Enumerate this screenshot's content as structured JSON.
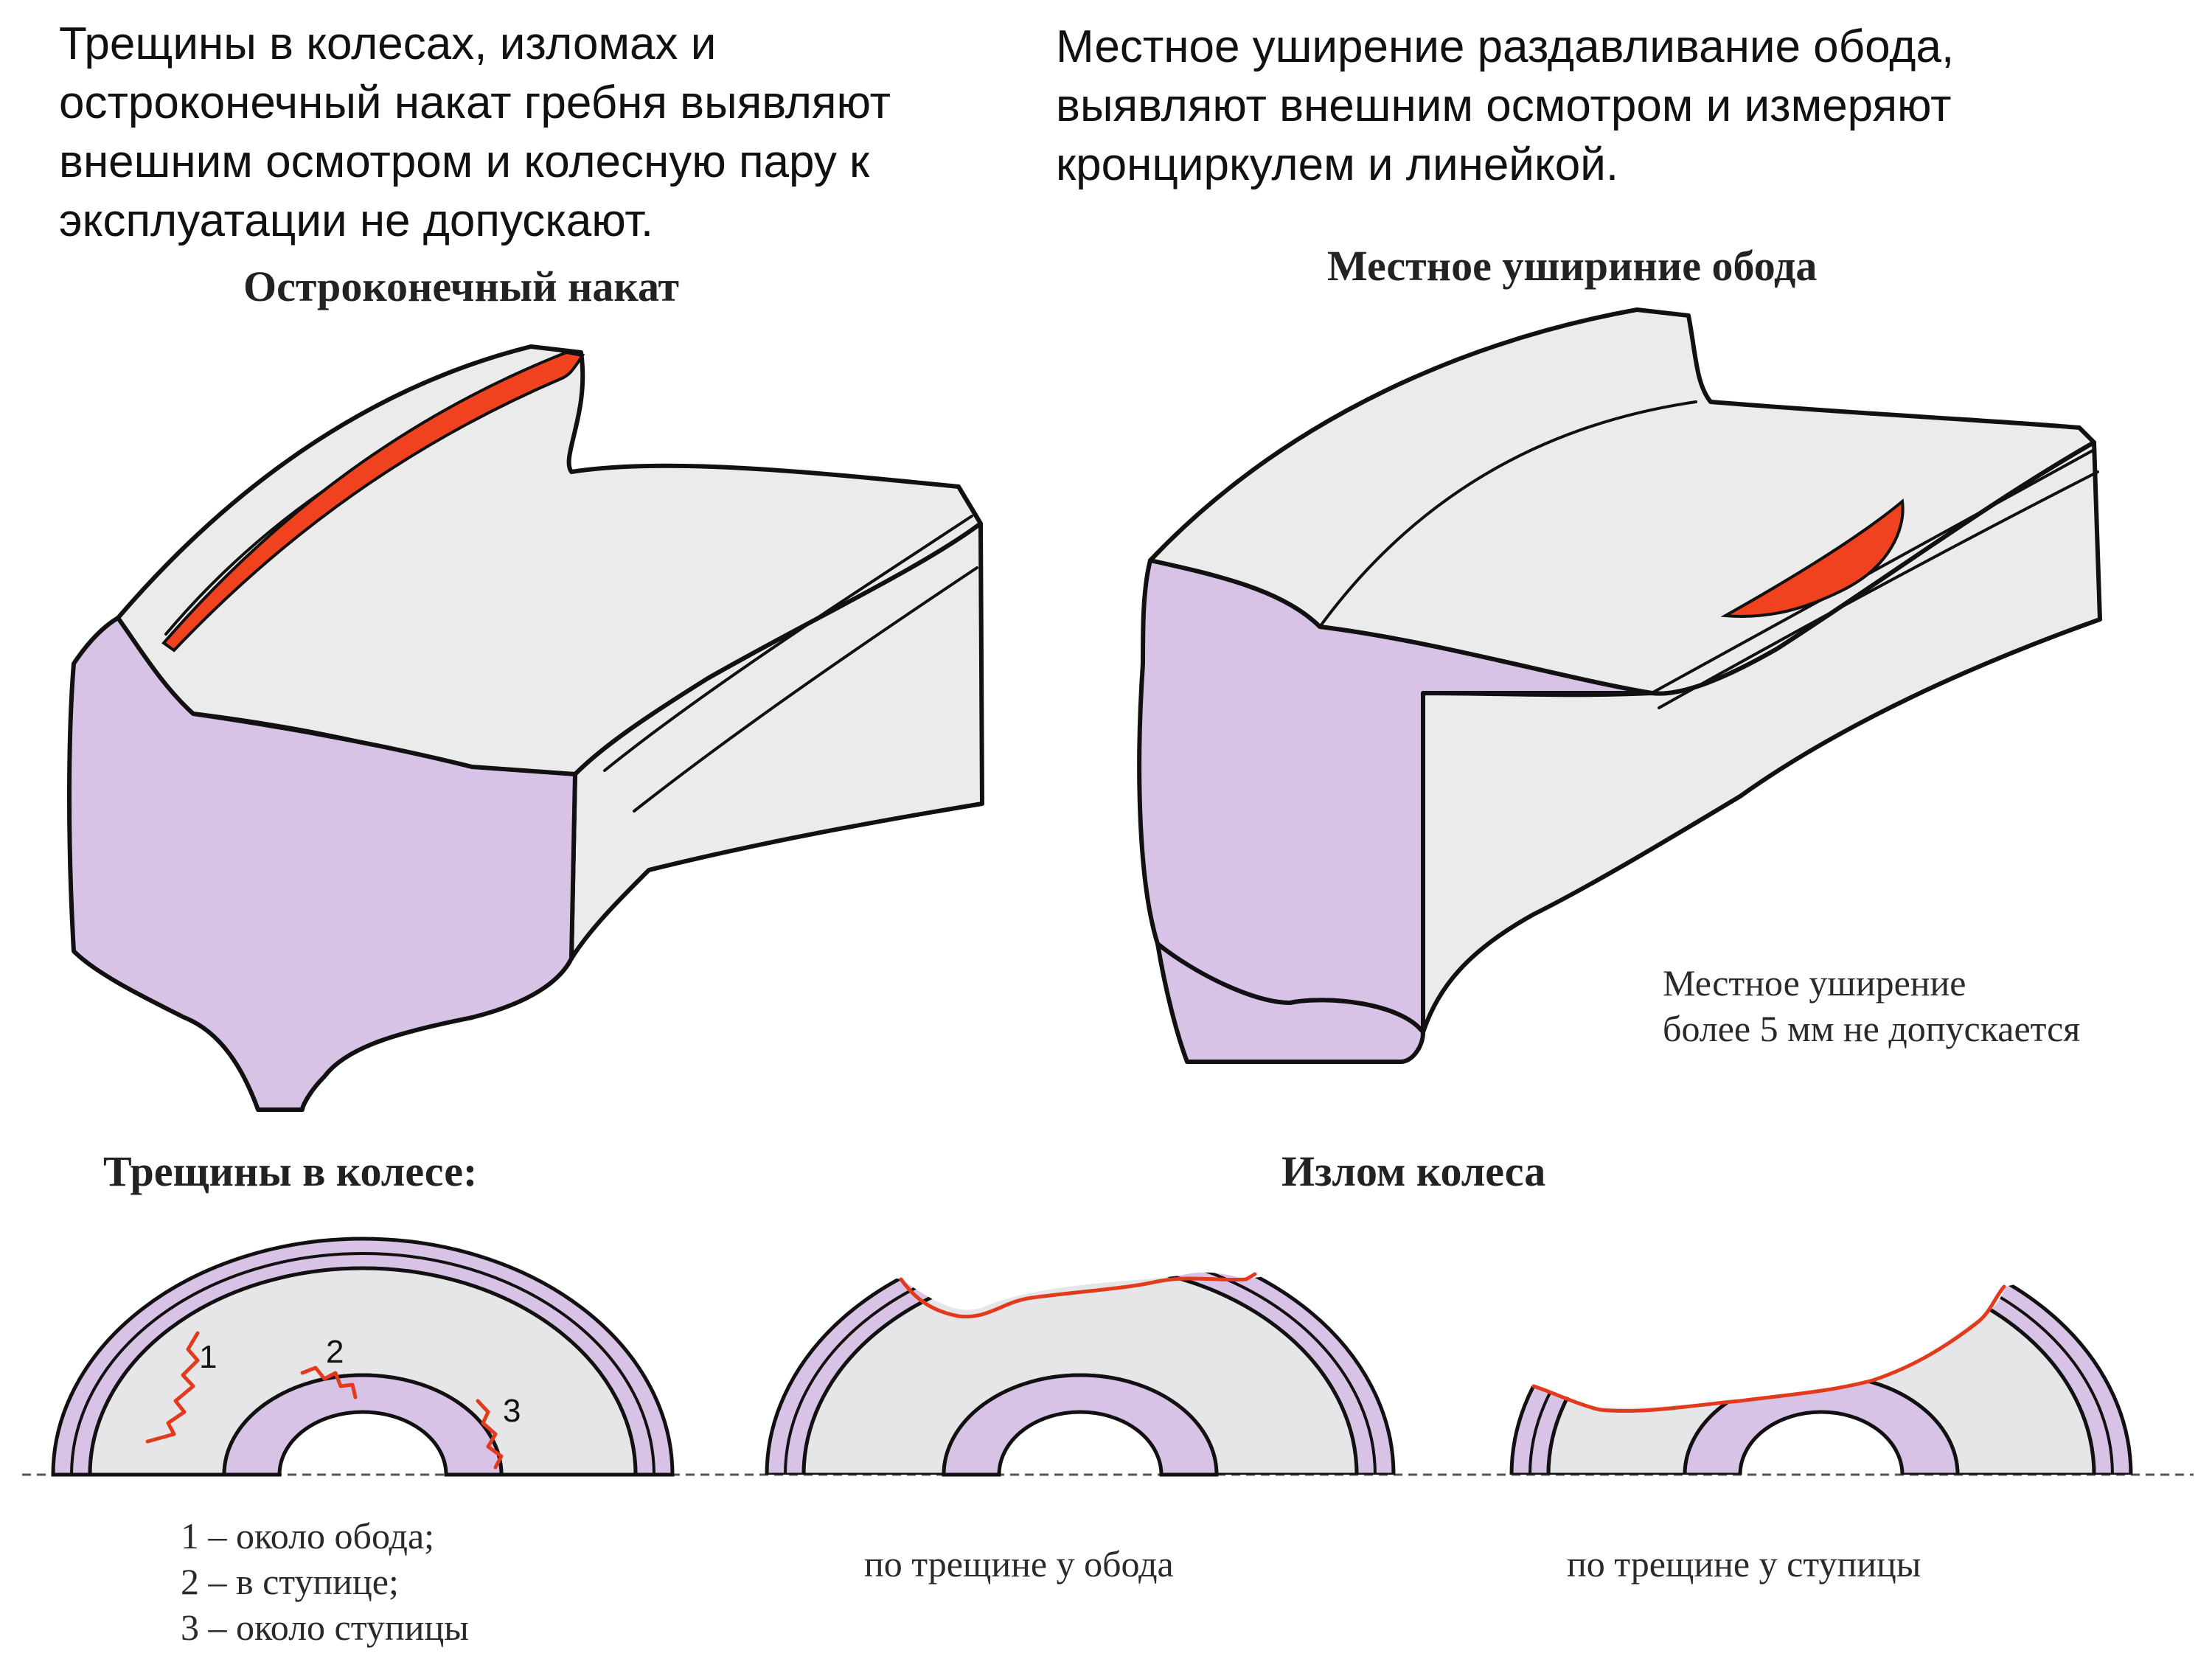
{
  "descriptions": {
    "left": [
      "Трещины в колесах, изломах и",
      "остроконечный накат гребня выявляют",
      "внешним осмотром и колесную пару к",
      "эксплуатации не допускают."
    ],
    "right": [
      "Местное уширение раздавливание обода,",
      "выявляют внешним осмотром и измеряют",
      "кронциркулем и линейкой."
    ]
  },
  "figures": {
    "sharp_roll": {
      "title": "Остроконечный накат"
    },
    "local_widening": {
      "title": "Местное ушириние обода",
      "note": [
        "Местное уширение",
        "более 5 мм не допускается"
      ]
    },
    "cracks": {
      "title": "Трещины в колесе:",
      "markers": [
        "1",
        "2",
        "3"
      ],
      "legend": [
        "1 – около обода;",
        "2 – в ступице;",
        "3 – около ступицы"
      ]
    },
    "fracture": {
      "title": "Излом колеса",
      "captions": [
        "по трещине у обода",
        "по трещине у ступицы"
      ]
    }
  },
  "colors": {
    "section_fill": "#d8c2e6",
    "surface_fill": "#ebebec",
    "defect_red": "#f0421e",
    "crack_line": "#e23a1c",
    "wheel_fill": "#e6e6e8"
  }
}
